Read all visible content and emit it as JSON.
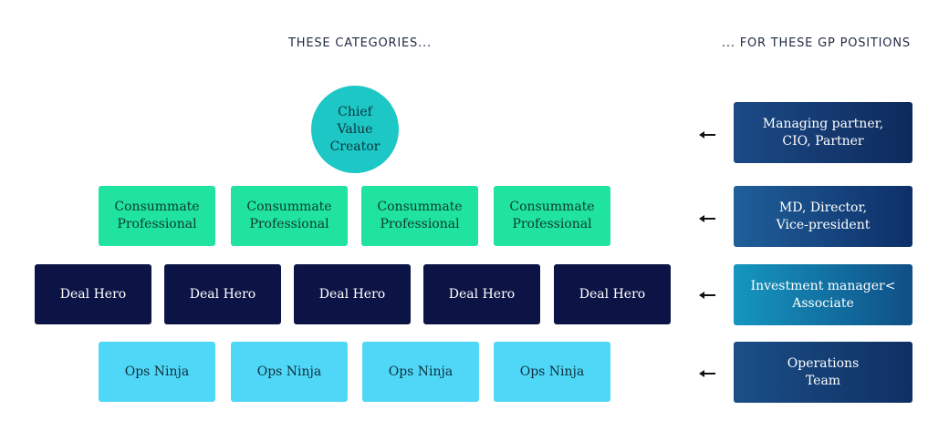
{
  "headings": {
    "left": "THESE CATEGORIES...",
    "right": "... FOR THESE GP POSITIONS"
  },
  "categories": {
    "chief": [
      "Chief",
      "Value",
      "Creator"
    ],
    "consummate_professional": [
      [
        "Consummate",
        "Professional"
      ],
      [
        "Consummate",
        "Professional"
      ],
      [
        "Consummate",
        "Professional"
      ],
      [
        "Consummate",
        "Professional"
      ]
    ],
    "deal_hero": [
      "Deal Hero",
      "Deal Hero",
      "Deal Hero",
      "Deal Hero",
      "Deal Hero"
    ],
    "ops_ninja": [
      "Ops Ninja",
      "Ops Ninja",
      "Ops Ninja",
      "Ops Ninja"
    ]
  },
  "gp_positions": [
    [
      "Managing partner,",
      "CIO, Partner"
    ],
    [
      "MD, Director,",
      "Vice-president"
    ],
    [
      "Investment manager<",
      "Associate"
    ],
    [
      "Operations",
      "Team"
    ]
  ],
  "colors": {
    "chief": "#1cc7c6",
    "consummate_professional": "#1fe39f",
    "deal_hero": "#0c1446",
    "ops_ninja": "#4fd7f7",
    "gp_positions": "#0e2f68"
  },
  "icons": {
    "arrow": "arrow-left-icon"
  }
}
